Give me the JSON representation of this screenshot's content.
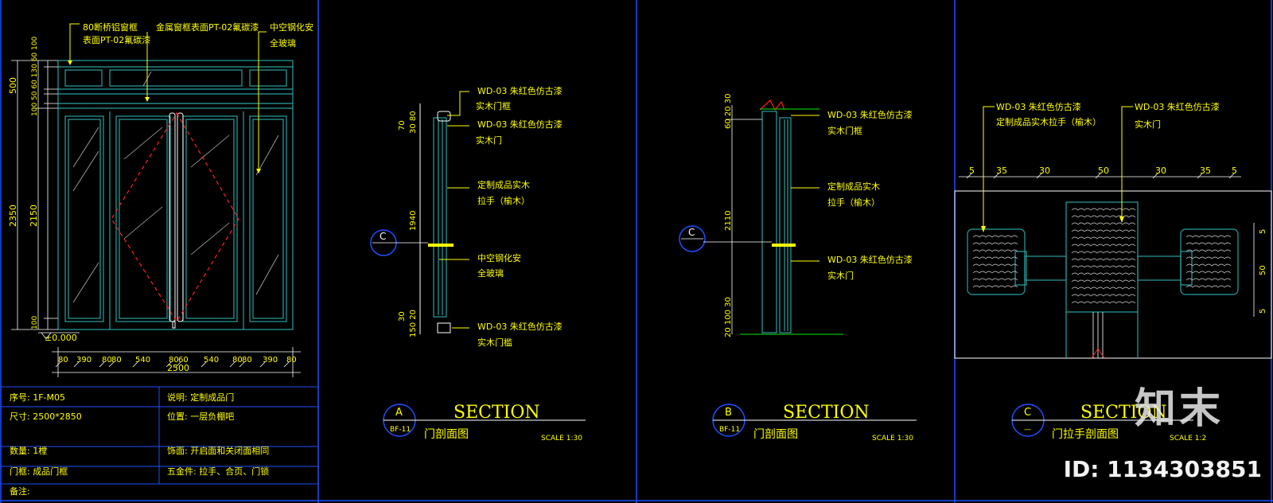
{
  "panel1": {
    "callouts": {
      "frame": [
        "80断桥铝窗框",
        "表面PT-02氟碳漆"
      ],
      "metal_frame": "金属窗框表面PT-02氟碳漆",
      "glass": [
        "中空钢化安",
        "全玻璃"
      ]
    },
    "vertical_dims": {
      "overall_total": "2350",
      "overall_2150": "2150",
      "overall_500": "500",
      "top_stack": "100 50 60 130 60 100",
      "bottom": "100"
    },
    "level_mark": "±0.000",
    "bottom_dims": [
      "80",
      "390",
      "80",
      "80",
      "540",
      "80",
      "60",
      "540",
      "80",
      "80",
      "390",
      "80"
    ],
    "total_width": "2500",
    "table": [
      {
        "label": "序号: 1F-M05",
        "value": "说明: 定制成品门"
      },
      {
        "label": "尺寸: 2500*2850",
        "value": "位置: 一层负棚吧"
      },
      {
        "label": "数量: 1樘",
        "value": "饰面: 开启面和关闭面相同"
      },
      {
        "label": "门框: 成品门框",
        "value": "五金件: 拉手、合页、门锁"
      },
      {
        "label": "备注:",
        "value": ""
      }
    ]
  },
  "panel2": {
    "notes": [
      [
        "WD-03 朱红色仿古漆",
        "实木门框"
      ],
      [
        "WD-03 朱红色仿古漆",
        "实木门"
      ],
      [
        "定制成品实木",
        "拉手（榆木）"
      ],
      [
        "中空钢化安",
        "全玻璃"
      ],
      [
        "WD-03 朱红色仿古漆",
        "实木门槛"
      ]
    ],
    "dims": {
      "top": "70",
      "top2": "30 80",
      "main": "1940",
      "bottom": "30",
      "bottom2": "150 20"
    },
    "marker": "C",
    "label": {
      "letter": "A",
      "sheet": "BF-11",
      "title": "SECTION",
      "subtitle": "门剖面图",
      "scale": "SCALE 1:30"
    }
  },
  "panel3": {
    "notes": [
      [
        "WD-03 朱红色仿古漆",
        "实木门框"
      ],
      [
        "定制成品实木",
        "拉手（榆木）"
      ],
      [
        "WD-03 朱红色仿古漆",
        "实木门"
      ]
    ],
    "dims": {
      "top": "60 20 30",
      "main": "2110",
      "bottom": "20 100 30"
    },
    "marker": "C",
    "label": {
      "letter": "B",
      "sheet": "BF-11",
      "title": "SECTION",
      "subtitle": "门剖面图",
      "scale": "SCALE 1:30"
    }
  },
  "panel4": {
    "notes": [
      [
        "WD-03 朱红色仿古漆",
        "定制成品实木拉手（榆木）"
      ],
      [
        "WD-03 朱红色仿古漆",
        "实木门"
      ]
    ],
    "dims": [
      "5",
      "35",
      "30",
      "50",
      "30",
      "35",
      "5"
    ],
    "side_dims": [
      "5",
      "50",
      "5"
    ],
    "label": {
      "letter": "C",
      "sheet": "—",
      "title": "SECTION",
      "subtitle": "门拉手剖面图",
      "scale": "SCALE 1:2"
    }
  },
  "watermark": {
    "brand": "知末",
    "id": "ID: 1134303851"
  },
  "colors": {
    "yellow": "#ffff00",
    "blue": "#1e4fff",
    "white": "#ffffff",
    "teal": "#2aa0a0",
    "red": "#ff2020",
    "green": "#00c000"
  }
}
